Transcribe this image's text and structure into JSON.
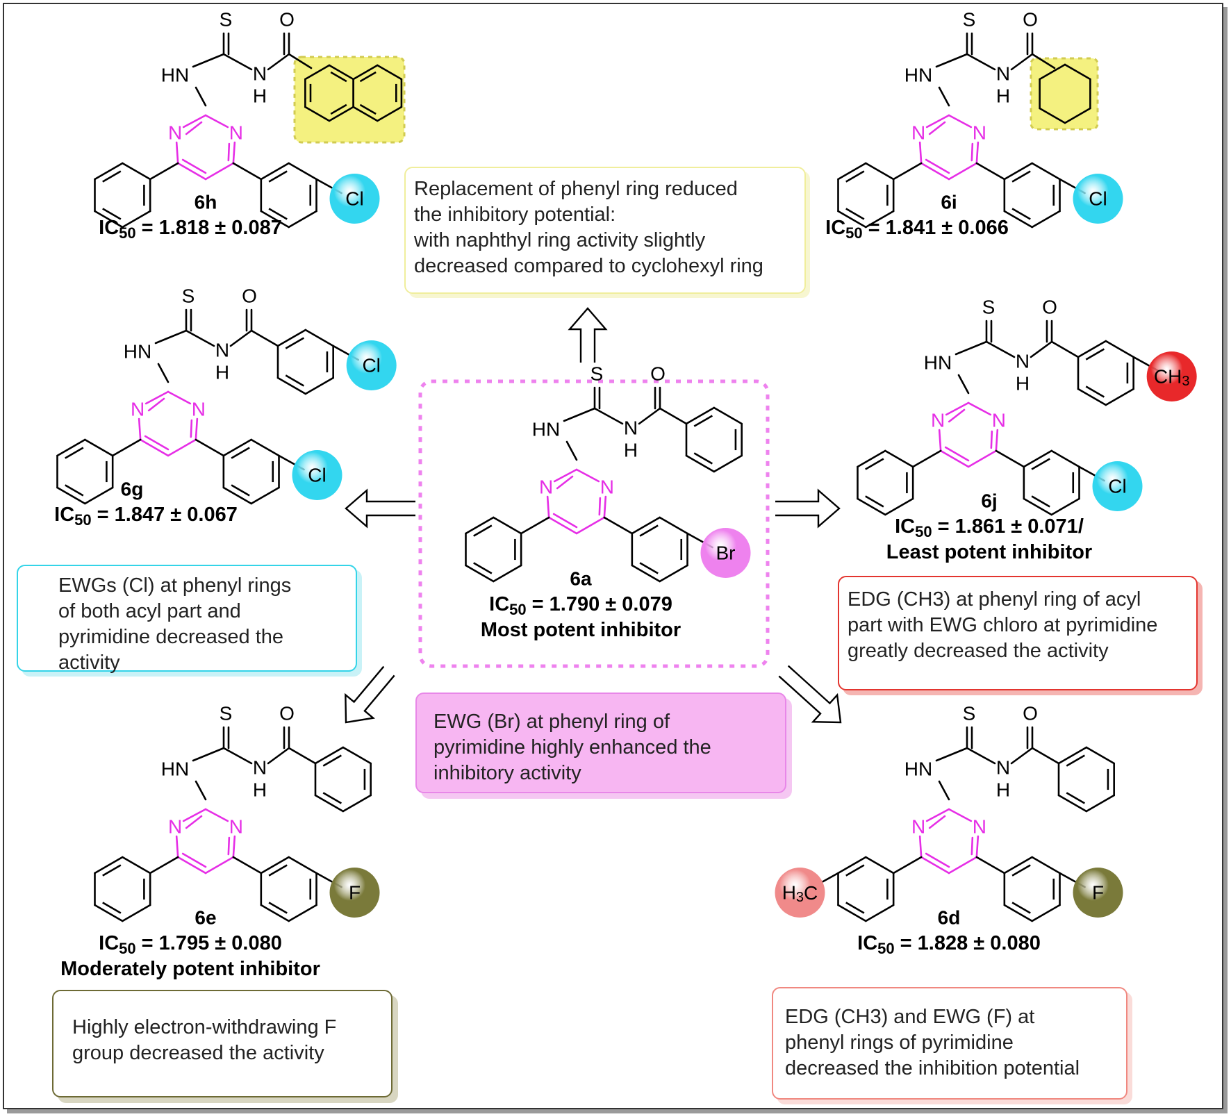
{
  "molecules": {
    "6a": {
      "label": "6a",
      "ic50_text": "1.790 ± 0.079",
      "remark": "Most potent inhibitor",
      "substituent": "Br",
      "substituent_color": "#ee82ee"
    },
    "6h": {
      "label": "6h",
      "ic50_text": "1.818 ± 0.087",
      "substituent": "Cl",
      "substituent_color": "#33d6ef",
      "acyl": "naphthyl"
    },
    "6i": {
      "label": "6i",
      "ic50_text": "1.841 ± 0.066",
      "substituent": "Cl",
      "substituent_color": "#33d6ef",
      "acyl": "cyclohexyl"
    },
    "6g": {
      "label": "6g",
      "ic50_text": "1.847 ± 0.067",
      "substituent": "Cl",
      "acyl_substituent": "Cl",
      "substituent_color": "#33d6ef"
    },
    "6j": {
      "label": "6j",
      "ic50_text": "1.861 ± 0.071/",
      "remark": "Least potent inhibitor",
      "substituent": "Cl",
      "acyl_substituent": "CH",
      "acyl_substituent_sub": "3",
      "substituent_color": "#33d6ef",
      "acyl_color": "#e8282a"
    },
    "6e": {
      "label": "6e",
      "ic50_text": "1.795 ± 0.080",
      "remark": "Moderately potent inhibitor",
      "substituent": "F",
      "substituent_color": "#7a7a3a"
    },
    "6d": {
      "label": "6d",
      "ic50_text": "1.828 ± 0.080",
      "substituent": "F",
      "left_substituent_h": "H",
      "left_substituent_sub": "3",
      "left_substituent_c": "C",
      "substituent_color": "#7a7a3a",
      "left_color": "#f08a8a"
    }
  },
  "atoms": {
    "S": "S",
    "O": "O",
    "HN": "HN",
    "N": "N",
    "H": "H"
  },
  "ic50_prefix": "IC",
  "ic50_sub": "50",
  "ic50_eq": " = ",
  "notes": {
    "6h6i": [
      "Replacement of phenyl ring reduced",
      "the inhibitory potential:",
      "with naphthyl ring activity slightly",
      "decreased compared to cyclohexyl ring"
    ],
    "6g": [
      "EWGs (Cl) at phenyl rings",
      "of both acyl part and",
      "pyrimidine decreased the",
      "activity"
    ],
    "6j": [
      "EDG (CH3)  at phenyl ring of acyl",
      "part with EWG chloro  at pyrimidine",
      "greatly decreased the activity"
    ],
    "6a": [
      "EWG (Br)  at phenyl ring of",
      "pyrimidine  highly enhanced the",
      "inhibitory activity"
    ],
    "6e": [
      "Highly electron-withdrawing F",
      "group  decreased the activity"
    ],
    "6d": [
      "EDG (CH3)  and EWG (F) at",
      "phenyl rings of pyrimidine",
      "decreased  the inhibition potential"
    ]
  },
  "colors": {
    "pyrimidine": "#e62ee6",
    "bond": "#000000",
    "highlight": "#f3ef6a",
    "frame": "#333333"
  }
}
